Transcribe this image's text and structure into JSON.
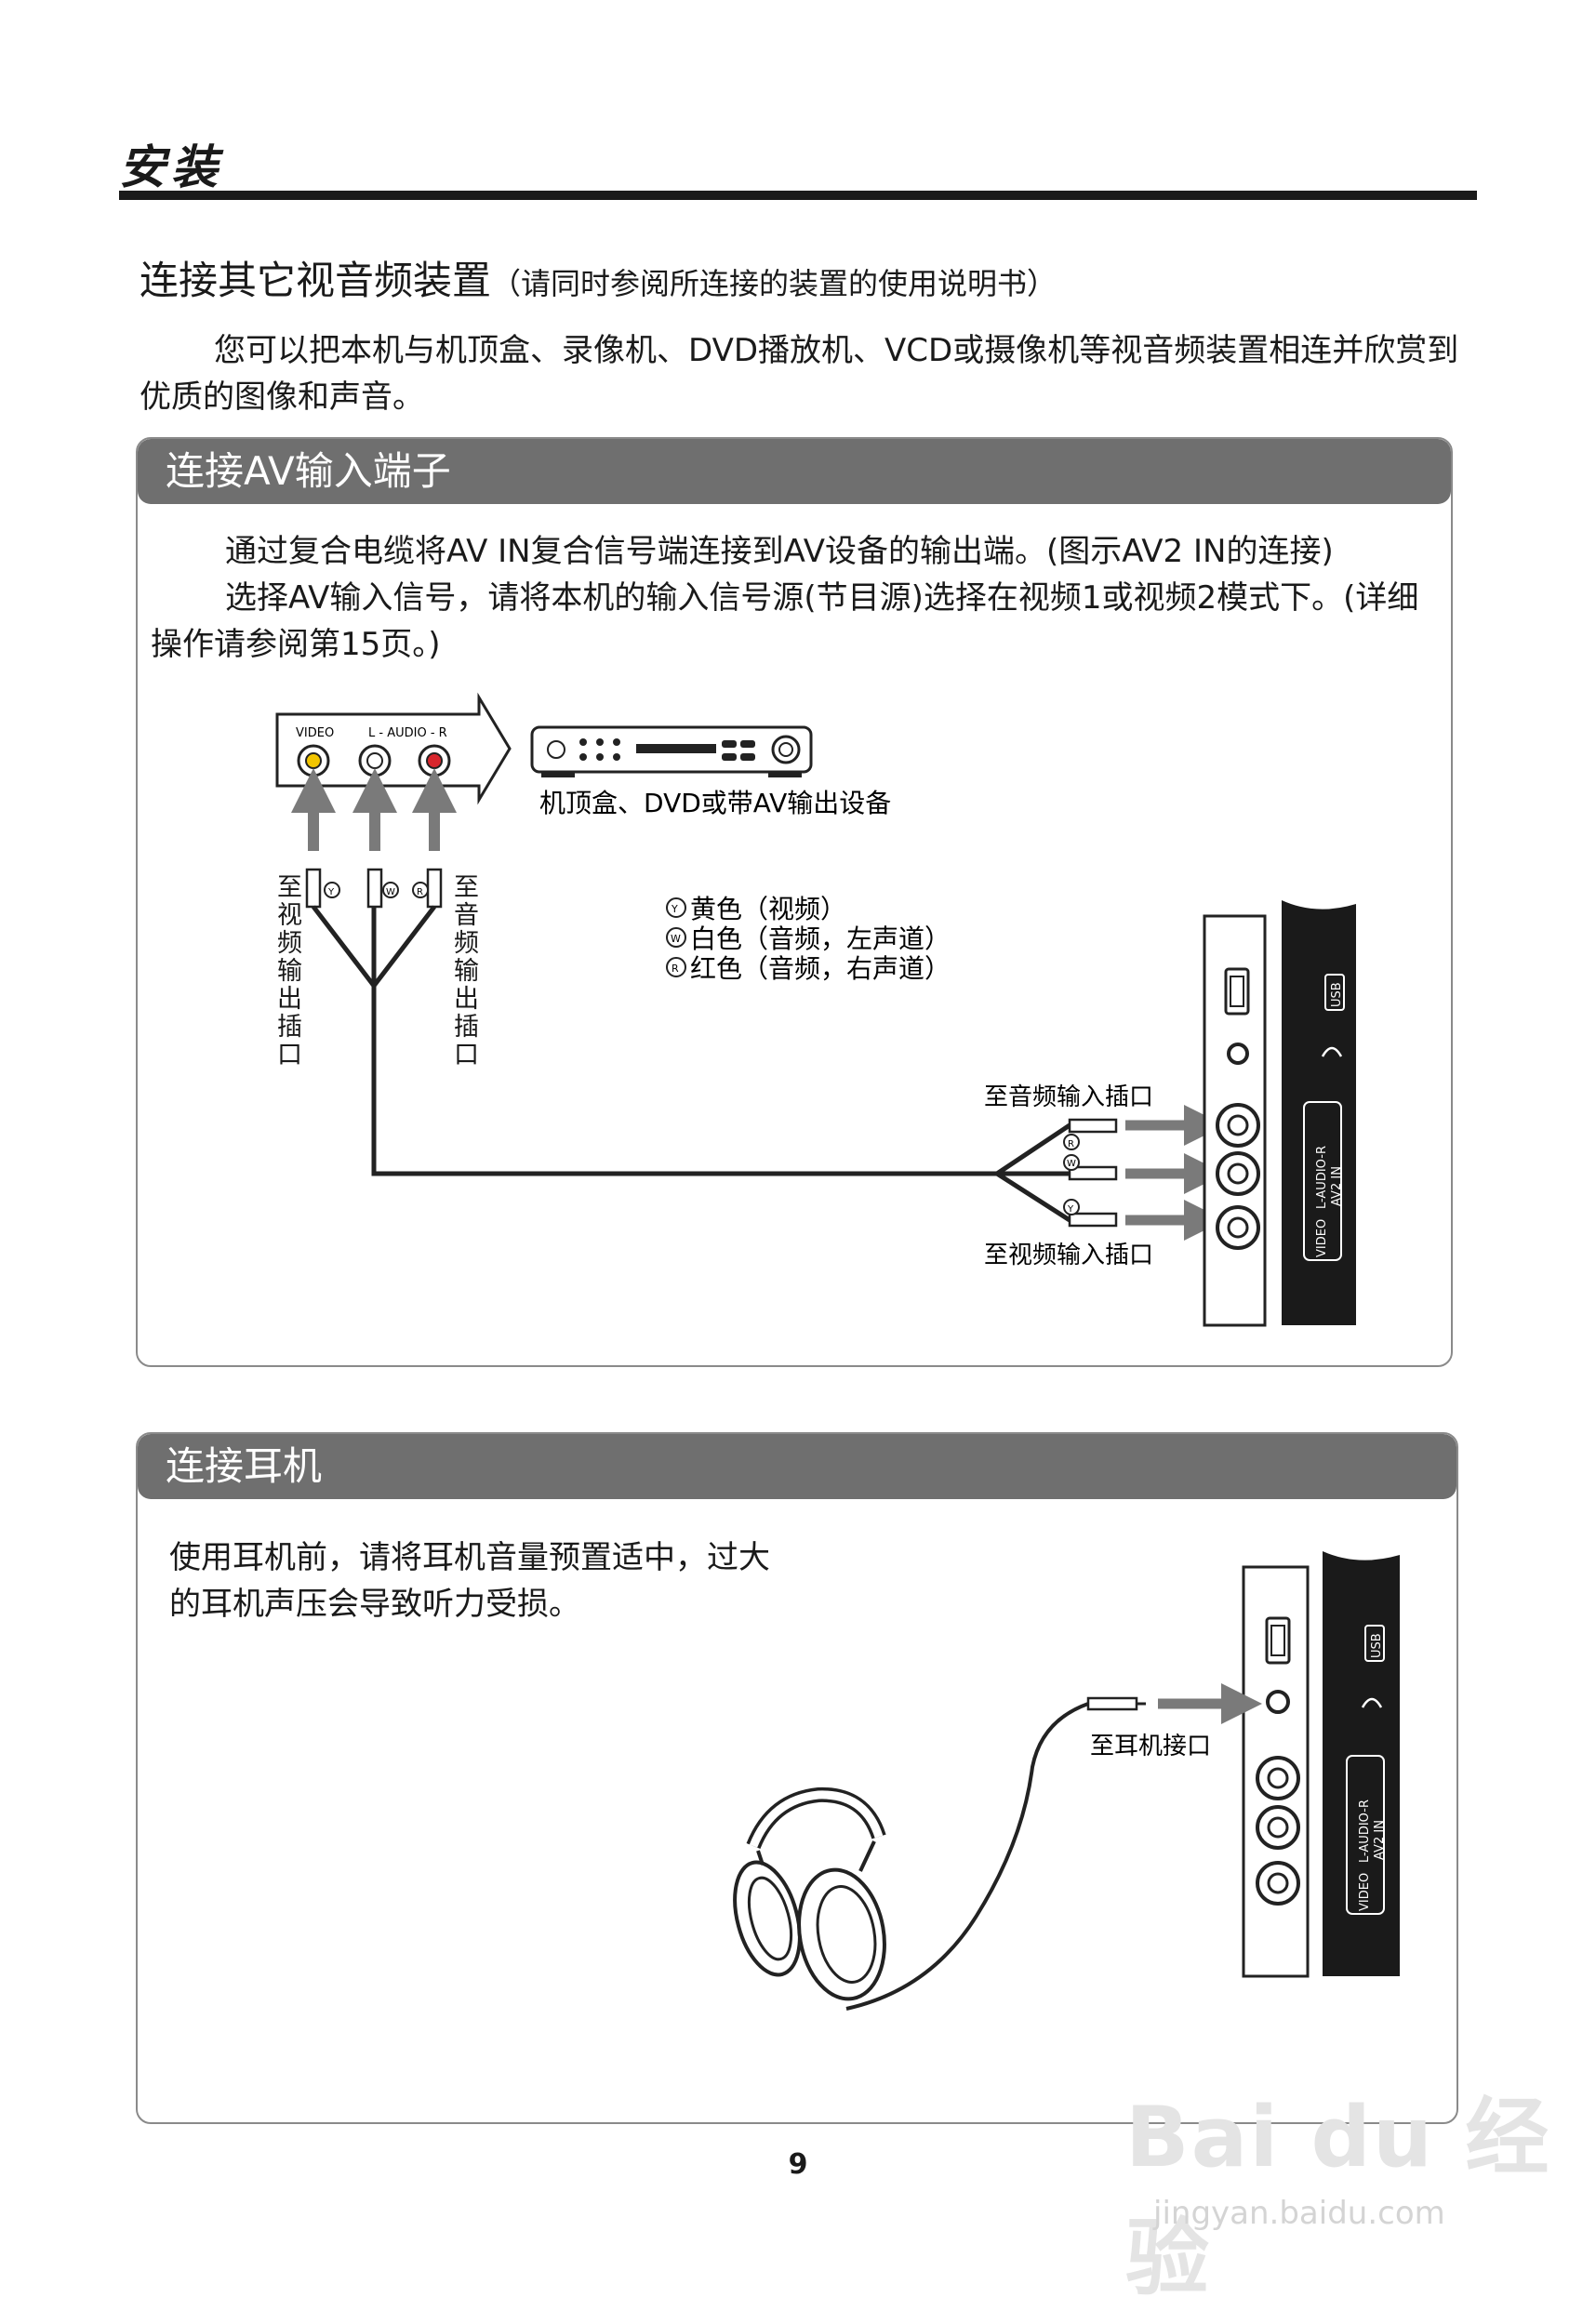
{
  "header": {
    "title": "安装"
  },
  "section": {
    "title": "连接其它视音频装置",
    "note": "（请同时参阅所连接的装置的使用说明书）",
    "intro": "您可以把本机与机顶盒、录像机、DVD播放机、VCD或摄像机等视音频装置相连并欣赏到优质的图像和声音。"
  },
  "av_box": {
    "title": "连接AV输入端子",
    "line1": "通过复合电缆将AV IN复合信号端连接到AV设备的输出端。(图示AV2 IN的连接)",
    "line2": "选择AV输入信号，请将本机的输入信号源(节目源)选择在视频1或视频2模式下。(详细操作请参阅第15页。)",
    "diagram": {
      "panel_video": "VIDEO",
      "panel_audio": "L - AUDIO - R",
      "device_label": "机顶盒、DVD或带AV输出设备",
      "to_video_out": "至视频输出插口",
      "to_audio_out": "至音频输出插口",
      "legend_yellow": "黄色（视频）",
      "legend_white": "白色（音频，左声道）",
      "legend_red": "红色（音频，右声道）",
      "sym_y": "Y",
      "sym_w": "W",
      "sym_r": "R",
      "to_audio_in": "至音频输入插口",
      "to_video_in": "至视频输入插口",
      "tv_usb": "USB",
      "tv_audio": "L-AUDIO-R",
      "tv_av2": "AV2 IN",
      "tv_video": "VIDEO"
    }
  },
  "hp_box": {
    "title": "连接耳机",
    "text1": "使用耳机前，请将耳机音量预置适中，过大",
    "text2": "的耳机声压会导致听力受损。",
    "to_earphone": "至耳机接口",
    "tv_usb": "USB",
    "tv_audio": "L-AUDIO-R",
    "tv_av2": "AV2 IN",
    "tv_video": "VIDEO"
  },
  "page_number": "9",
  "watermark": {
    "brand": "Bai du 经验",
    "url": "jingyan.baidu.com"
  },
  "colors": {
    "header_bar": "#6f6f6f",
    "arrow": "#7a7a7a",
    "jack_yellow": "#f2c500",
    "jack_red": "#d8262d",
    "tv_panel": "#1a1a1a"
  }
}
